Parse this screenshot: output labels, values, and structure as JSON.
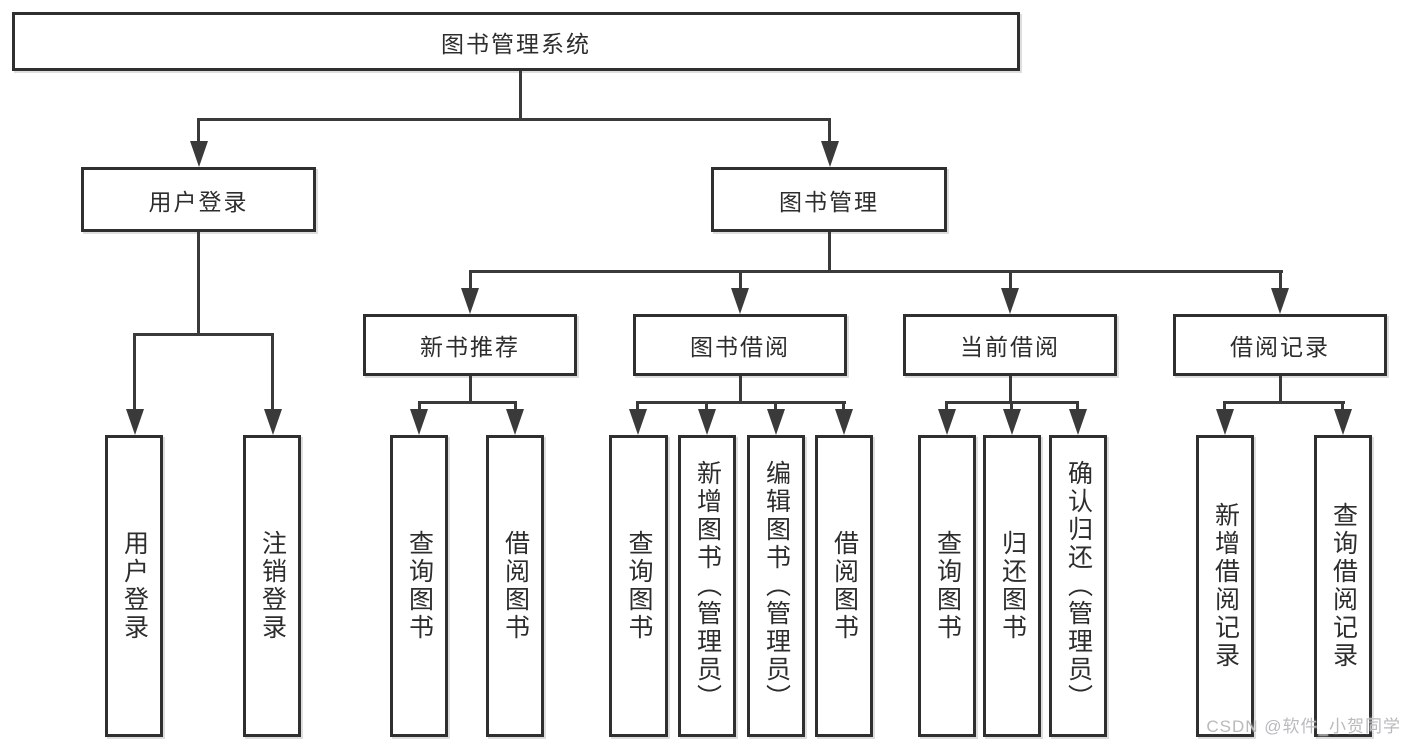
{
  "diagram": {
    "title": "图书管理系统",
    "level2": [
      "用户登录",
      "图书管理"
    ],
    "level3": [
      "新书推荐",
      "图书借阅",
      "当前借阅",
      "借阅记录"
    ],
    "leaves": {
      "user_login": [
        "用户登录",
        "注销登录"
      ],
      "new_book": [
        "查询图书",
        "借阅图书"
      ],
      "book_borrow": [
        "查询图书",
        "新增图书（管理员）",
        "编辑图书（管理员）",
        "借阅图书"
      ],
      "current_borrow": [
        "查询图书",
        "归还图书",
        "确认归还（管理员）"
      ],
      "borrow_record": [
        "新增借阅记录",
        "查询借阅记录"
      ]
    }
  },
  "watermark": "CSDN @软件_小贺同学",
  "colors": {
    "line": "#3a3a3a",
    "box_border": "#2f2f2f",
    "text": "#2d2d2d",
    "watermark": "#b8babc",
    "background": "#ffffff"
  }
}
